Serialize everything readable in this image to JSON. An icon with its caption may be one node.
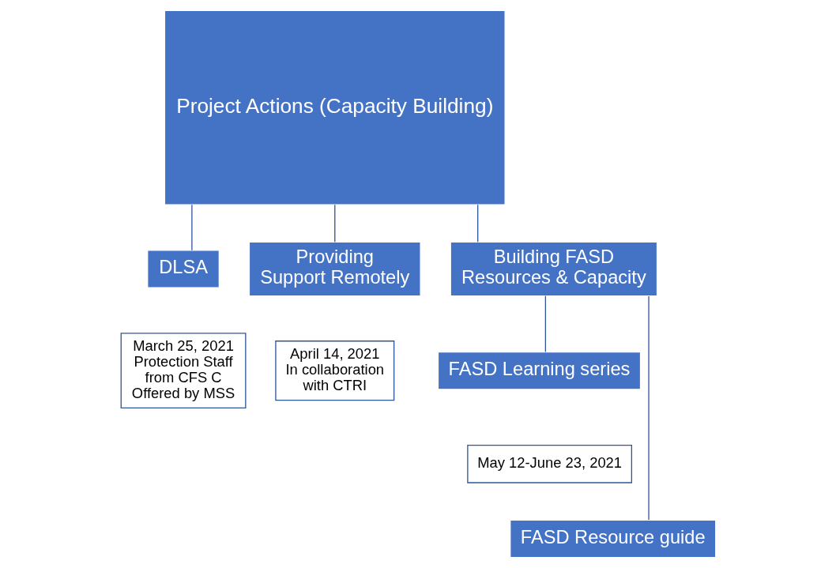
{
  "diagram": {
    "nodes": [
      {
        "text": [
          "Project Actions (Capacity Building)"
        ]
      },
      {
        "text": [
          "DLSA"
        ]
      },
      {
        "text": [
          "Providing Support Remotely"
        ]
      },
      {
        "text": [
          "Building FASD Resources & Capacity"
        ]
      },
      {
        "text": [
          "March 25, 2021 Protection Staff from CFS C Offered by MSS"
        ]
      },
      {
        "text": [
          "April 14, 2021 In collaboration with CTRI"
        ]
      },
      {
        "text": [
          "FASD Learning series"
        ]
      },
      {
        "text": [
          "May 12-June 23, 2021"
        ]
      },
      {
        "text": [
          "FASD Resource guide"
        ]
      }
    ],
    "edges": [
      {
        "from": 0,
        "to": 1,
        "arrow": "none"
      },
      {
        "from": 0,
        "to": 2,
        "arrow": "none"
      },
      {
        "from": 0,
        "to": 3,
        "arrow": "none"
      },
      {
        "from": 3,
        "to": 6,
        "arrow": "none"
      },
      {
        "from": 3,
        "to": 8,
        "arrow": "none"
      }
    ]
  }
}
